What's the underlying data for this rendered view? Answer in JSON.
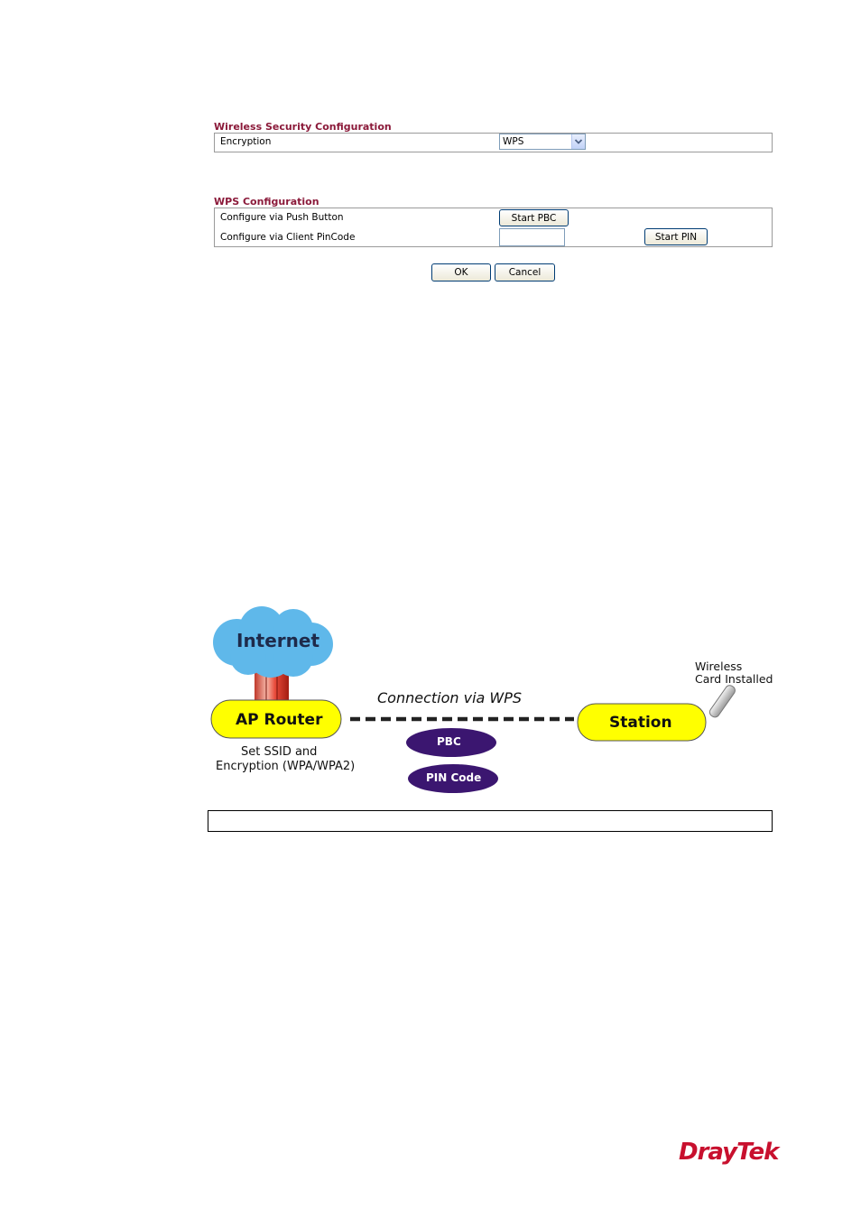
{
  "wireless_security": {
    "title": "Wireless Security Configuration",
    "encryption_label": "Encryption",
    "encryption_value": "WPS"
  },
  "wps_config": {
    "title": "WPS Configuration",
    "push_button_label": "Configure via Push Button",
    "start_pbc_label": "Start PBC",
    "client_pin_label": "Configure via Client PinCode",
    "pin_value": "",
    "start_pin_label": "Start PIN"
  },
  "actions": {
    "ok_label": "OK",
    "cancel_label": "Cancel"
  },
  "diagram": {
    "internet_label": "Internet",
    "ap_router_label": "AP Router",
    "ap_router_note_line1": "Set SSID and",
    "ap_router_note_line2": "Encryption (WPA/WPA2)",
    "connection_label": "Connection via WPS",
    "pbc_label": "PBC",
    "pin_code_label": "PIN Code",
    "station_label": "Station",
    "wireless_note_line1": "Wireless",
    "wireless_note_line2": "Card Installed"
  },
  "brand": {
    "name": "DrayTek",
    "color": "#c8102e"
  },
  "colors": {
    "section_title": "#8b1a3a",
    "yellow_node": "#ffff00",
    "purple_oval": "#3b1670",
    "cloud": "#5fb8ea"
  }
}
